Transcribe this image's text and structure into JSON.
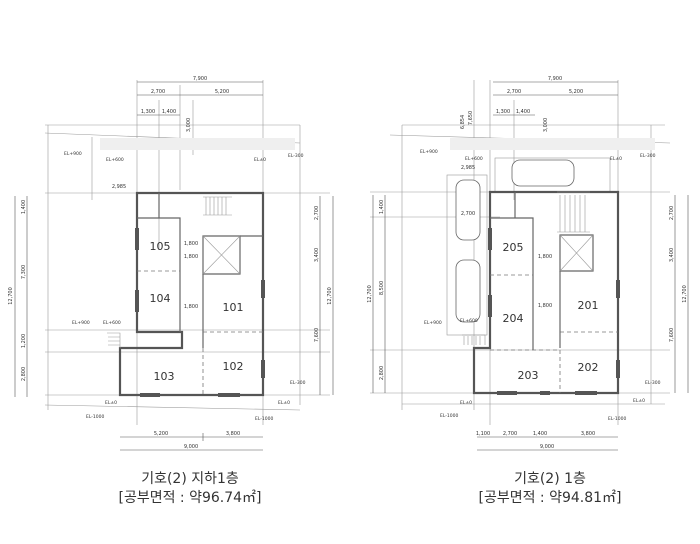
{
  "plans": [
    {
      "caption_title": "기호(2) 지하1층",
      "caption_area": "[공부면적 : 약96.74㎡]",
      "rooms": [
        "105",
        "104",
        "101",
        "102",
        "103"
      ],
      "dims_top": [
        "7,900",
        "2,700",
        "5,200",
        "1,300",
        "1,400",
        "3,000"
      ],
      "dims_bottom": [
        "5,200",
        "3,800",
        "9,000"
      ],
      "dims_left": [
        "12,700",
        "1,400",
        "7,300",
        "1,200",
        "2,800"
      ],
      "dims_right": [
        "2,700",
        "3,400",
        "7,600",
        "12,700"
      ],
      "dims_inner": [
        "2,985",
        "1,800",
        "1,800",
        "1,800"
      ],
      "levels": [
        "EL+900",
        "EL+600",
        "EL±0",
        "EL-300",
        "EL+900",
        "EL+600",
        "EL-300",
        "EL±0",
        "EL±0",
        "EL-1000",
        "EL-1000"
      ]
    },
    {
      "caption_title": "기호(2) 1층",
      "caption_area": "[공부면적 : 약94.81㎡]",
      "rooms": [
        "205",
        "204",
        "201",
        "202",
        "203"
      ],
      "dims_top": [
        "7,900",
        "2,700",
        "5,200",
        "1,300",
        "1,400",
        "3,000",
        "6,854",
        "7,650"
      ],
      "dims_bottom": [
        "1,100",
        "2,700",
        "1,400",
        "3,800",
        "9,000"
      ],
      "dims_left": [
        "12,700",
        "1,400",
        "8,500",
        "2,800"
      ],
      "dims_right": [
        "2,700",
        "3,400",
        "7,600",
        "12,700"
      ],
      "dims_inner": [
        "2,985",
        "2,700",
        "1,800",
        "1,800"
      ],
      "levels": [
        "EL+900",
        "EL+600",
        "EL±0",
        "EL-300",
        "EL+900",
        "EL+600",
        "EL-300",
        "EL±0",
        "EL±0",
        "EL-1000",
        "EL-1000"
      ]
    }
  ]
}
